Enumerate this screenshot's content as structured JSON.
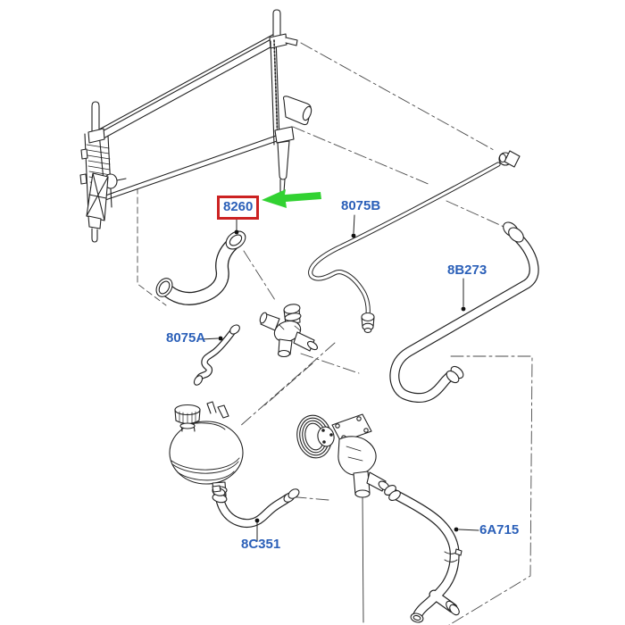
{
  "diagram": {
    "type": "exploded-parts-diagram",
    "subject": "engine cooling hoses and radiator",
    "parts": [
      {
        "id": "8260",
        "highlighted": true
      },
      {
        "id": "8075B",
        "highlighted": false
      },
      {
        "id": "8B273",
        "highlighted": false
      },
      {
        "id": "8075A",
        "highlighted": false
      },
      {
        "id": "8C351",
        "highlighted": false
      },
      {
        "id": "6A715",
        "highlighted": false
      }
    ],
    "arrow": {
      "icon": "left-arrow",
      "direction": "left",
      "color": "#32d232"
    },
    "colors": {
      "background": "#ffffff",
      "label_text": "#2a5fb8",
      "highlight_box": "#cc2222",
      "line_art": "#222222",
      "arrow": "#32d232"
    }
  }
}
